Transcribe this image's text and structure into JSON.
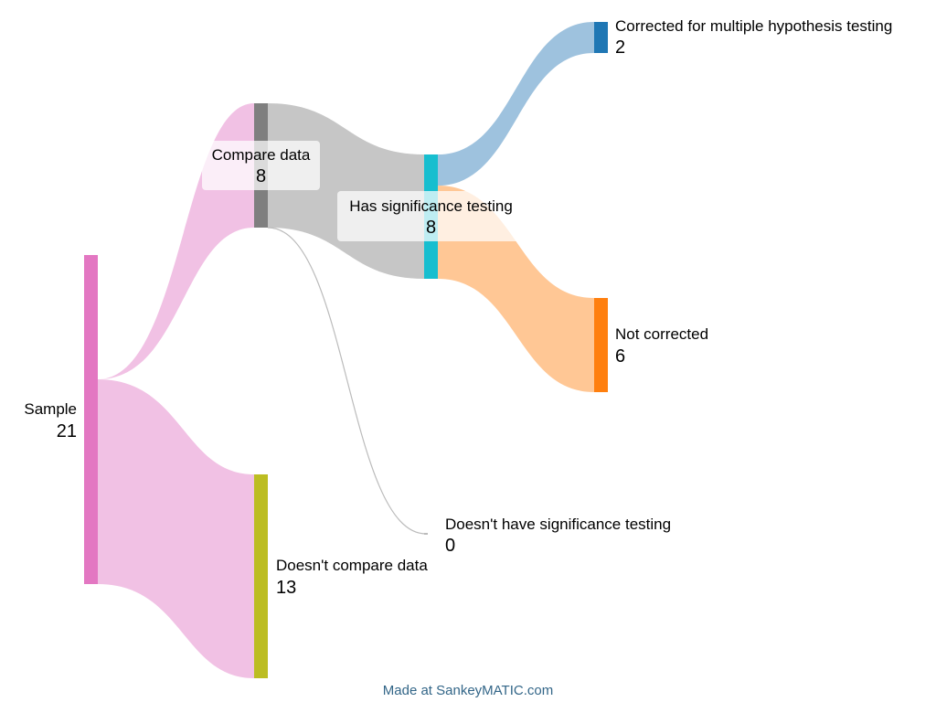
{
  "diagram": {
    "type": "sankey",
    "nodes": [
      {
        "id": "sample",
        "label": "Sample",
        "value": "21",
        "color": "#e377c2"
      },
      {
        "id": "compare",
        "label": "Compare data",
        "value": "8",
        "color": "#7f7f7f"
      },
      {
        "id": "nocompare",
        "label": "Doesn't compare data",
        "value": "13",
        "color": "#bcbd22"
      },
      {
        "id": "sig",
        "label": "Has significance testing",
        "value": "8",
        "color": "#17becf"
      },
      {
        "id": "nosig",
        "label": "Doesn't have significance testing",
        "value": "0",
        "color": "#bbbbbb"
      },
      {
        "id": "corrected",
        "label": "Corrected for multiple hypothesis testing",
        "value": "2",
        "color": "#1f77b4"
      },
      {
        "id": "notcorrected",
        "label": "Not corrected",
        "value": "6",
        "color": "#ff7f0e"
      }
    ],
    "flows": [
      {
        "from": "sample",
        "to": "compare",
        "value": 8,
        "color": "#f1c1e4"
      },
      {
        "from": "sample",
        "to": "nocompare",
        "value": 13,
        "color": "#f1c1e4"
      },
      {
        "from": "compare",
        "to": "sig",
        "value": 8,
        "color": "#c6c6c6"
      },
      {
        "from": "compare",
        "to": "nosig",
        "value": 0,
        "color": "#c6c6c6"
      },
      {
        "from": "sig",
        "to": "corrected",
        "value": 2,
        "color": "#9ec2de"
      },
      {
        "from": "sig",
        "to": "notcorrected",
        "value": 6,
        "color": "#ffc795"
      }
    ]
  },
  "footer": {
    "credit": "Made at SankeyMATIC.com"
  }
}
